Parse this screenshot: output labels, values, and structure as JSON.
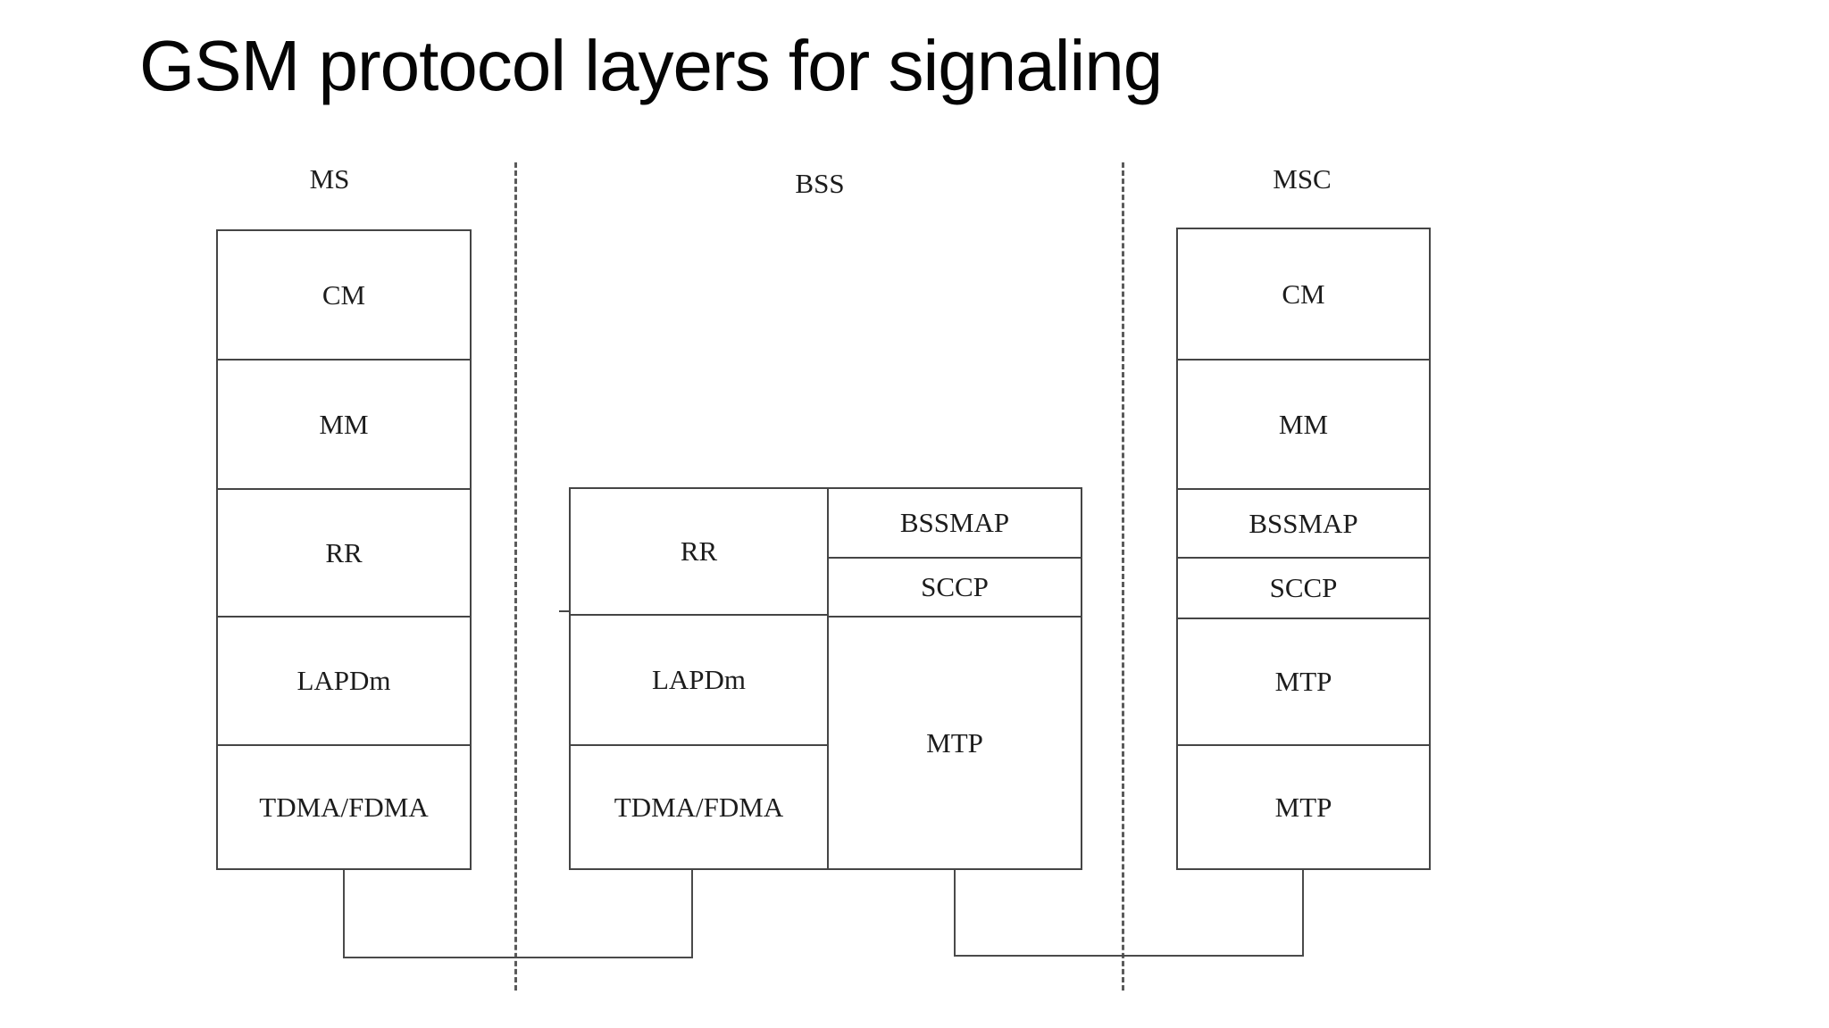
{
  "title": "GSM protocol layers for signaling",
  "headers": {
    "ms": "MS",
    "bss": "BSS",
    "msc": "MSC"
  },
  "stacks": {
    "ms": {
      "layers": [
        {
          "label": "CM"
        },
        {
          "label": "MM"
        },
        {
          "label": "RR"
        },
        {
          "label": "LAPDm"
        },
        {
          "label": "TDMA/FDMA"
        }
      ]
    },
    "bss": {
      "left_layers": [
        {
          "label": "RR"
        },
        {
          "label": "LAPDm"
        },
        {
          "label": "TDMA/FDMA"
        }
      ],
      "right_layers": [
        {
          "label": "BSSMAP"
        },
        {
          "label": "SCCP"
        },
        {
          "label": "MTP"
        }
      ]
    },
    "msc": {
      "layers": [
        {
          "label": "CM"
        },
        {
          "label": "MM"
        },
        {
          "label": "BSSMAP"
        },
        {
          "label": "SCCP"
        },
        {
          "label": "MTP"
        },
        {
          "label": "MTP"
        }
      ]
    }
  },
  "colors": {
    "solid_line": "#454545",
    "dashed_line": "#5a5a5a",
    "text": "#1c1c1c",
    "background": "#ffffff"
  }
}
